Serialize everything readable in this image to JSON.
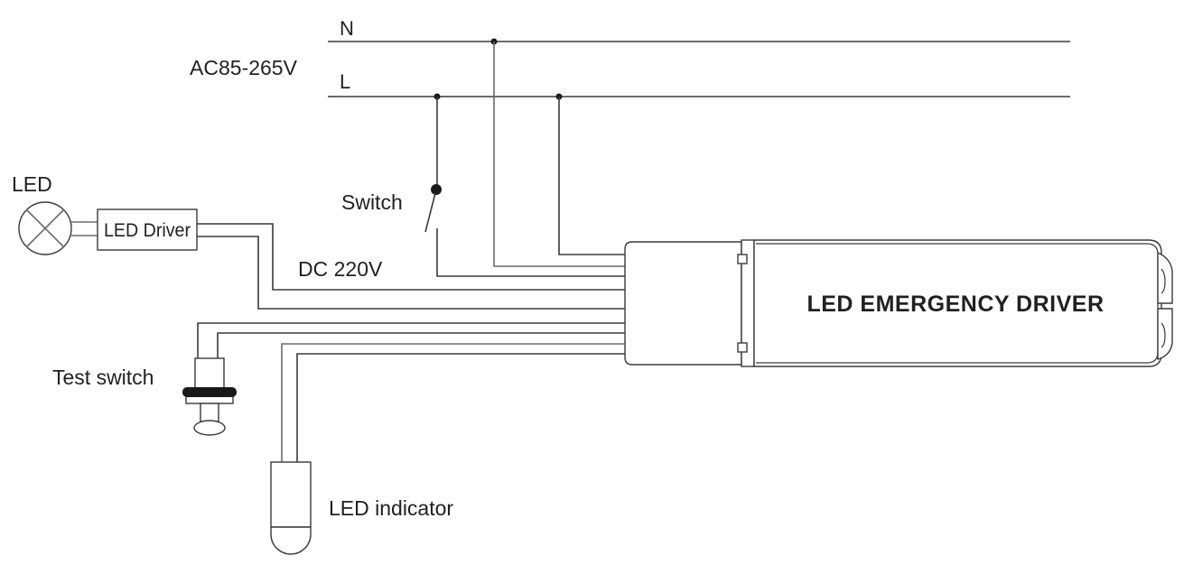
{
  "diagram": {
    "title": "LED EMERGENCY DRIVER",
    "supply": {
      "voltage_label": "AC85-265V",
      "neutral_label": "N",
      "live_label": "L"
    },
    "components": {
      "switch_label": "Switch",
      "dc_label": "DC 220V",
      "led_label": "LED",
      "led_driver_label": "LED Driver",
      "test_switch_label": "Test switch",
      "led_indicator_label": "LED indicator",
      "emergency_driver_label": "LED EMERGENCY DRIVER"
    },
    "colors": {
      "line": "#3a3a3a",
      "text": "#231f20",
      "background": "#ffffff"
    }
  }
}
